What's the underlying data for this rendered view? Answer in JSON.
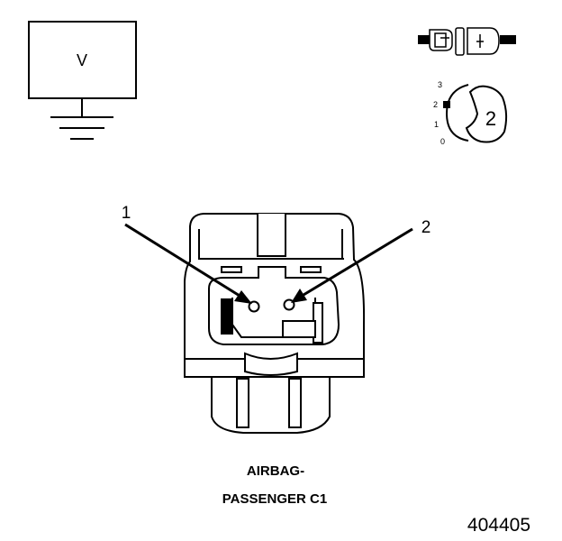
{
  "meter": {
    "label": "V"
  },
  "key_switch": {
    "positions": [
      "3",
      "2",
      "1",
      "0"
    ],
    "selected": "2"
  },
  "pins": [
    {
      "label": "1"
    },
    {
      "label": "2"
    }
  ],
  "connector": {
    "title_line1": "AIRBAG-",
    "title_line2": "PASSENGER C1"
  },
  "figure_number": "404405",
  "colors": {
    "ink": "#000000",
    "background": "#ffffff"
  }
}
